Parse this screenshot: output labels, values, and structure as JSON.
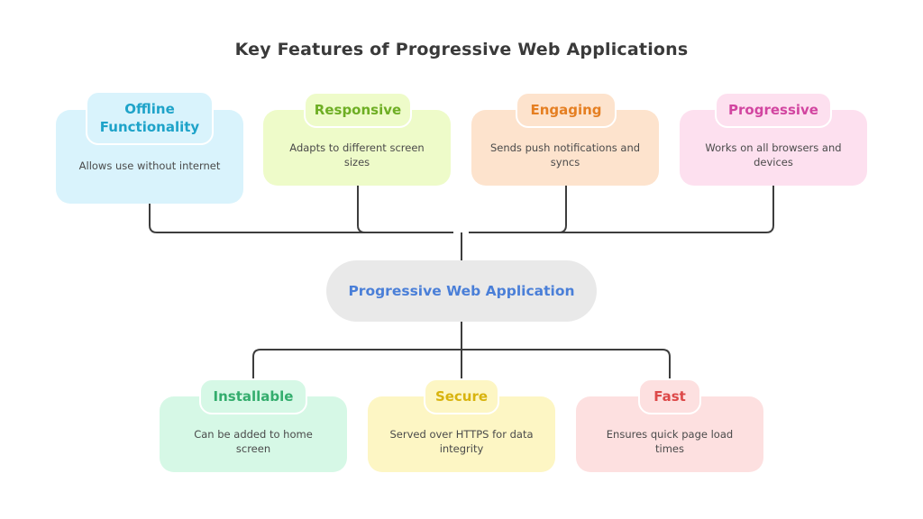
{
  "title": "Key Features of Progressive Web Applications",
  "center": {
    "label": "Progressive Web Application",
    "color": "#4a7fd8"
  },
  "top_features": [
    {
      "title": "Offline Functionality",
      "description": "Allows use without internet",
      "card_color": "#d9f3fc",
      "label_color": "#1ea3c9"
    },
    {
      "title": "Responsive",
      "description": "Adapts to different screen sizes",
      "card_color": "#eefbc9",
      "label_color": "#6eae24"
    },
    {
      "title": "Engaging",
      "description": "Sends push notifications and syncs",
      "card_color": "#fde3cd",
      "label_color": "#e57f22"
    },
    {
      "title": "Progressive",
      "description": "Works on all browsers and devices",
      "card_color": "#fde0ef",
      "label_color": "#d245a0"
    }
  ],
  "bottom_features": [
    {
      "title": "Installable",
      "description": "Can be added to home screen",
      "card_color": "#d6f8e6",
      "label_color": "#34ad6d"
    },
    {
      "title": "Secure",
      "description": "Served over HTTPS for data integrity",
      "card_color": "#fdf6c4",
      "label_color": "#d8b30e"
    },
    {
      "title": "Fast",
      "description": "Ensures quick page load times",
      "card_color": "#fde0e0",
      "label_color": "#dd4848"
    }
  ]
}
